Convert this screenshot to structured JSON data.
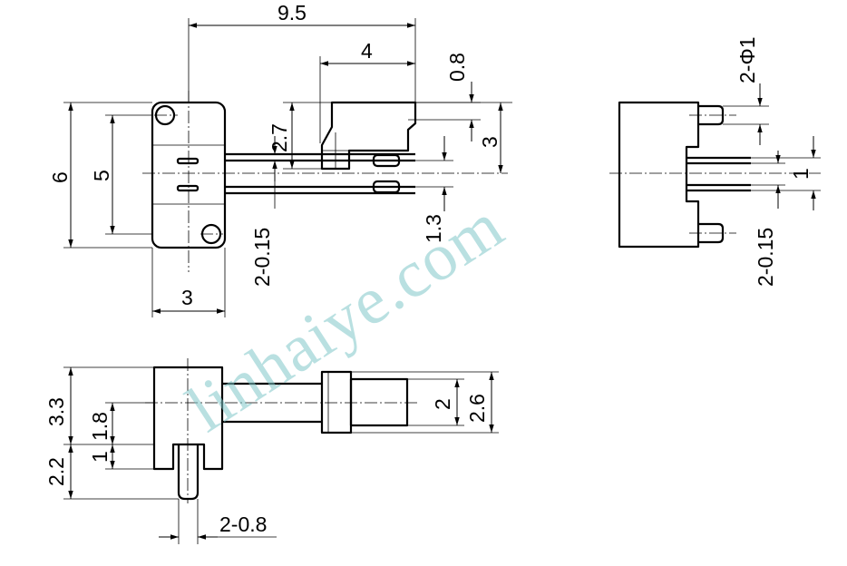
{
  "dimensions": {
    "d_9_5": "9.5",
    "d_4": "4",
    "d_0_8": "0.8",
    "d_2_7": "2.7",
    "d_3_right": "3",
    "d_6": "6",
    "d_5": "5",
    "d_2_0_15_a": "2-0.15",
    "d_1_3": "1.3",
    "d_3_bottom": "3",
    "d_2_phi1": "2-Φ1",
    "d_1": "1",
    "d_2_0_15_b": "2-0.15",
    "d_3_3": "3.3",
    "d_1_8": "1.8",
    "d_2_2": "2.2",
    "d_1_small": "1",
    "d_2": "2",
    "d_2_6": "2.6",
    "d_2_0_8": "2-0.8"
  },
  "watermark": {
    "text": "linhaiye.com",
    "color": "#7fc6c9"
  }
}
